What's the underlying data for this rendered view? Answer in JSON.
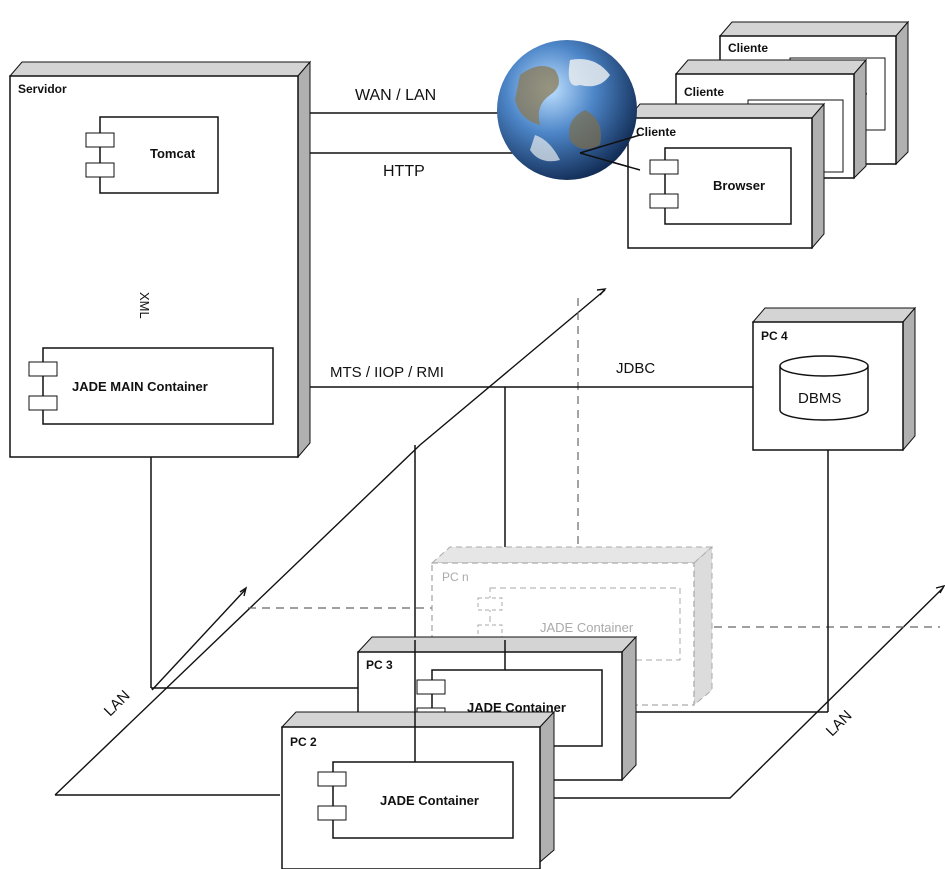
{
  "nodes": {
    "servidor": "Servidor",
    "tomcat": "Tomcat",
    "jade_main": "JADE MAIN Container",
    "cliente_back": "Cliente",
    "cliente_mid": "Cliente",
    "cliente_front": "Cliente",
    "browser": "Browser",
    "pc4": "PC 4",
    "dbms": "DBMS",
    "pcn": "PC n",
    "pcn_container": "JADE Container",
    "pc3": "PC 3",
    "pc3_container": "JADE Container",
    "pc2": "PC 2",
    "pc2_container": "JADE Container"
  },
  "links": {
    "wan_lan": "WAN / LAN",
    "http": "HTTP",
    "xml": "XML",
    "mts": "MTS / IIOP / RMI",
    "jdbc": "JDBC",
    "lan_left": "LAN",
    "lan_right": "LAN"
  },
  "colors": {
    "node_side": "#b0b0b0",
    "node_top": "#d4d4d4",
    "line": "#111111",
    "faded": "#aaaaaa"
  }
}
